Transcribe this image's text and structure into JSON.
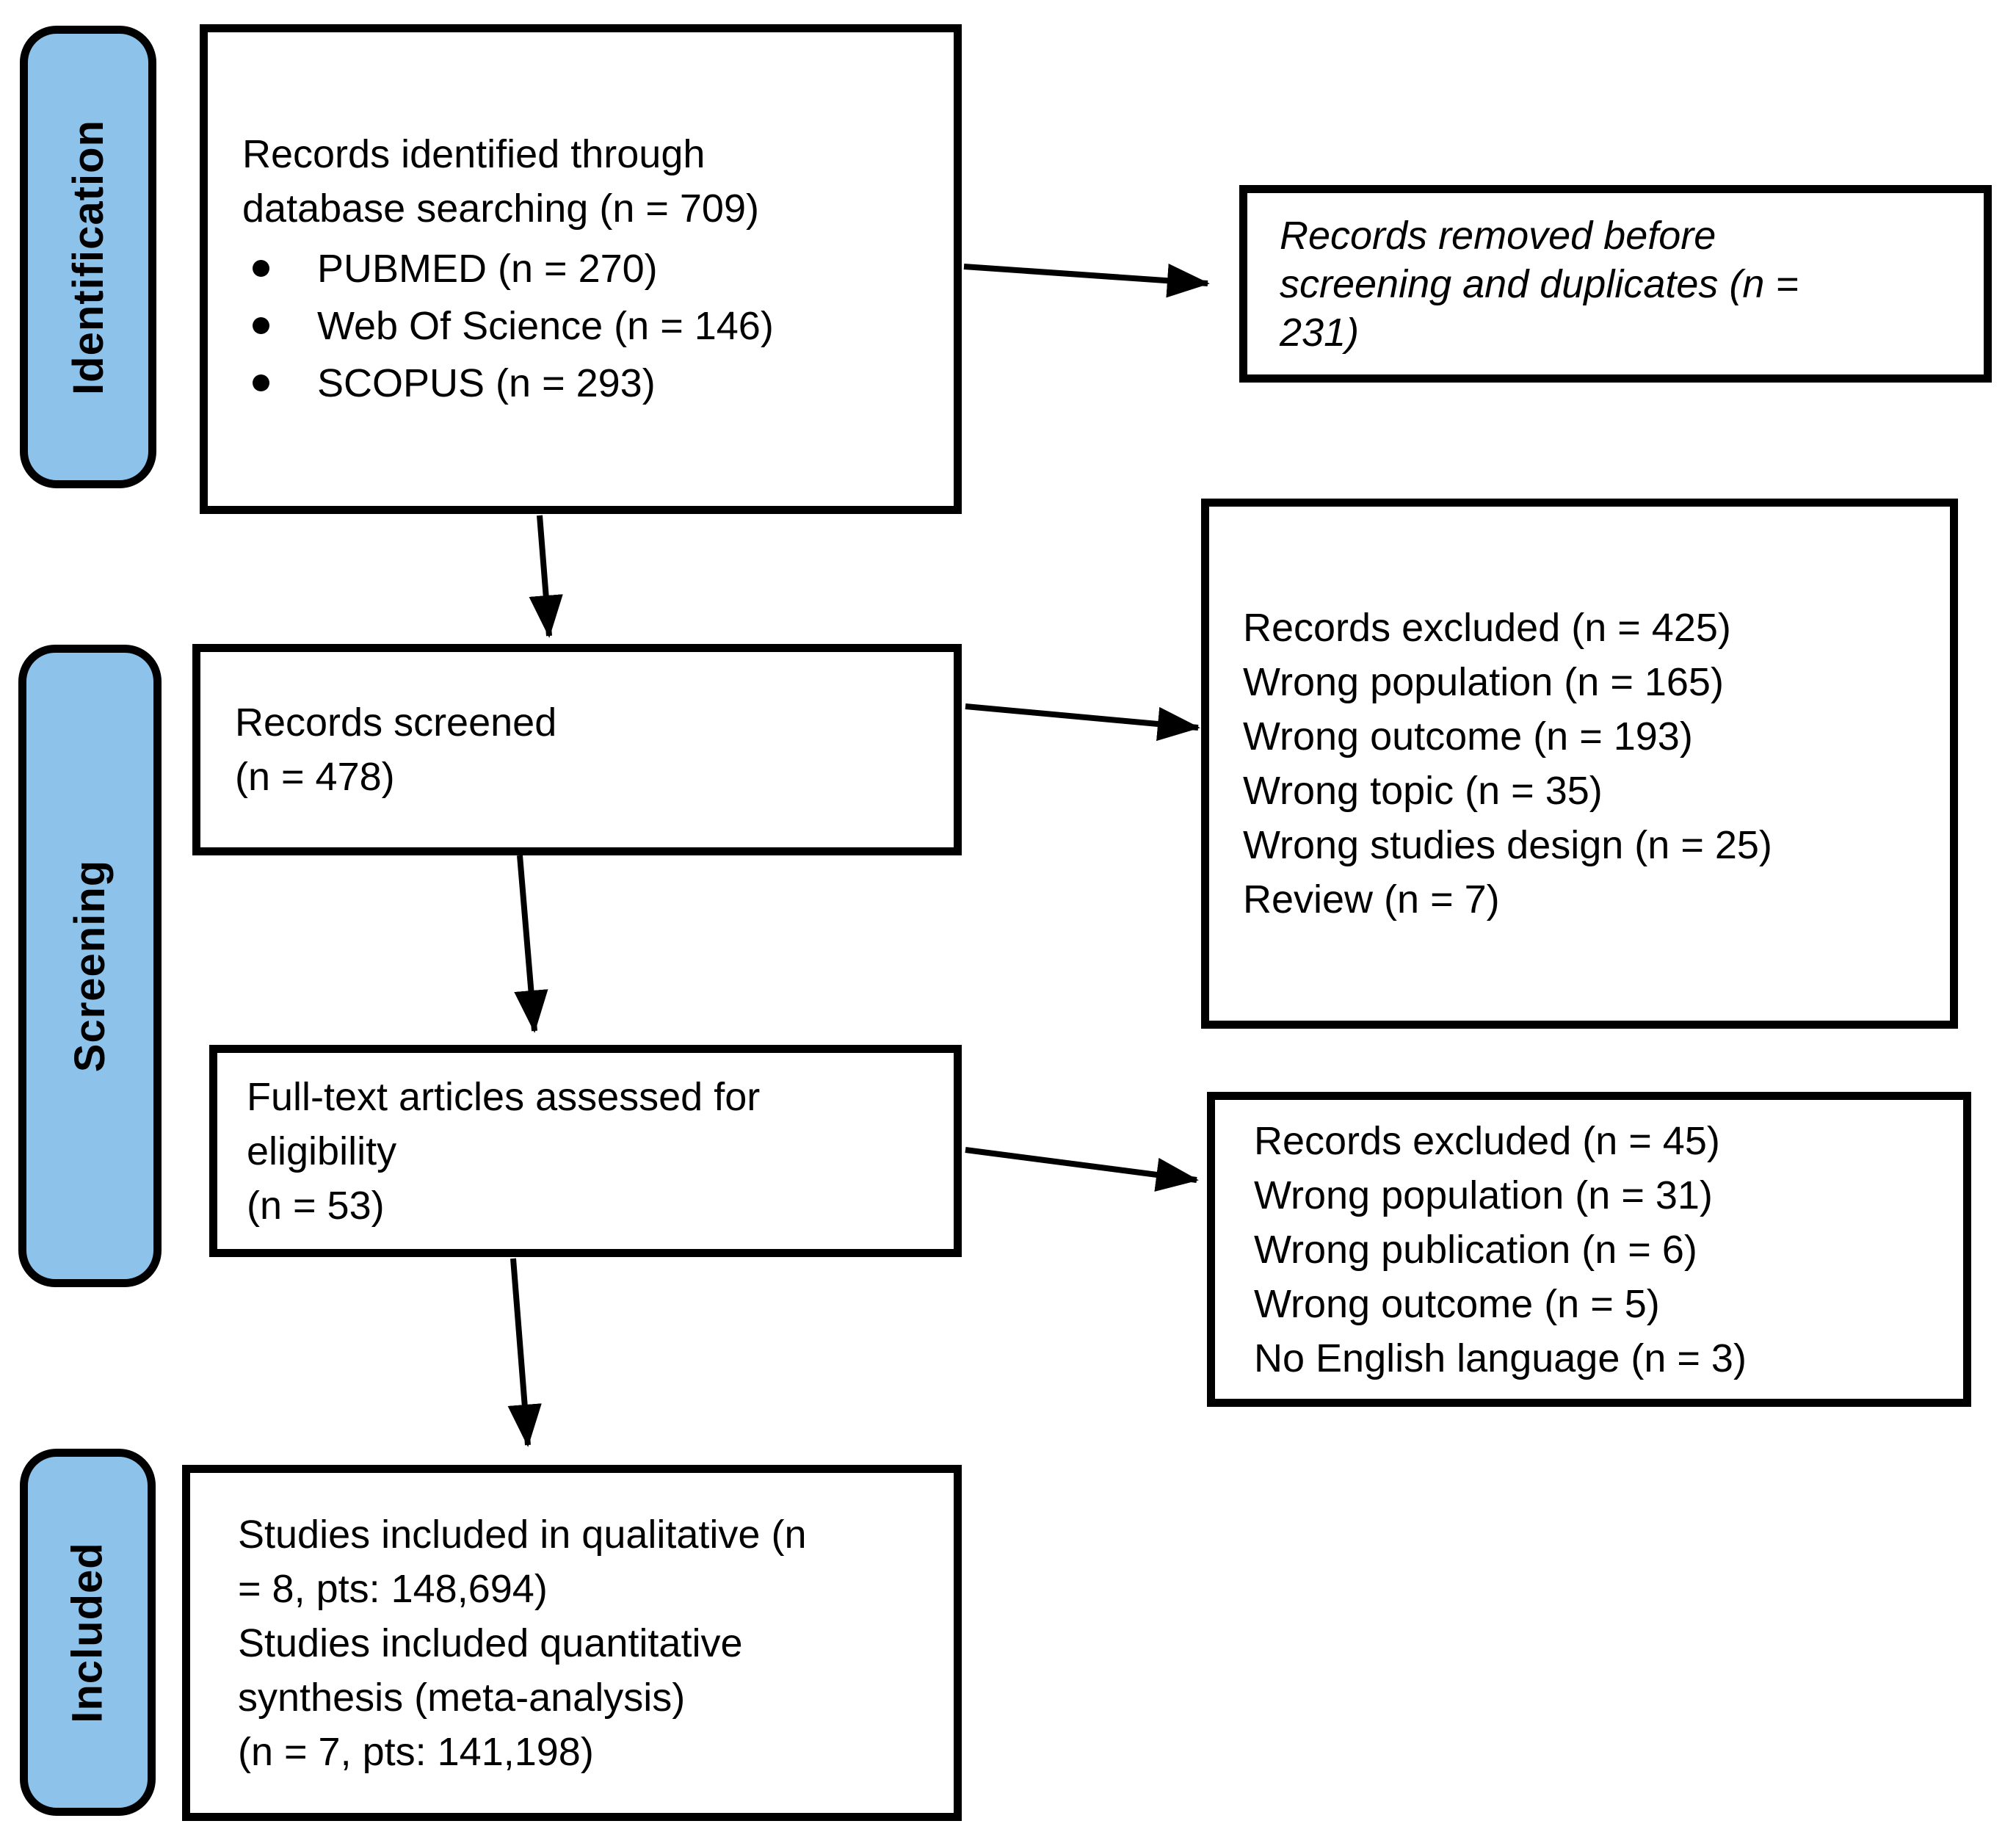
{
  "diagram": {
    "stages": [
      {
        "label": "Identification"
      },
      {
        "label": "Screening"
      },
      {
        "label": "Included"
      }
    ],
    "boxes": {
      "identified": {
        "lines": [
          "Records identified through",
          "database searching (n = 709)"
        ],
        "bullets": [
          "PUBMED (n = 270)",
          "Web Of Science (n = 146)",
          "SCOPUS (n = 293)"
        ]
      },
      "removed": {
        "lines": [
          "Records removed before",
          "screening and duplicates (n =",
          "231)"
        ]
      },
      "screened": {
        "lines": [
          "Records screened",
          "(n = 478)"
        ]
      },
      "screen_excluded": {
        "lines": [
          "Records excluded (n = 425)",
          "Wrong population (n = 165)",
          "Wrong outcome (n = 193)",
          "Wrong topic (n = 35)",
          "Wrong studies design (n = 25)",
          "Review (n = 7)"
        ]
      },
      "fulltext": {
        "lines": [
          "Full-text articles assessed for",
          "eligibility",
          "(n = 53)"
        ]
      },
      "fulltext_excluded": {
        "lines": [
          "Records excluded (n = 45)",
          "Wrong population (n = 31)",
          "Wrong publication (n = 6)",
          "Wrong outcome (n = 5)",
          "No English language (n = 3)"
        ]
      },
      "included": {
        "lines": [
          "Studies included in qualitative (n",
          "= 8, pts: 148,694)",
          "Studies included quantitative",
          "synthesis (meta-analysis)",
          "(n = 7, pts: 141,198)"
        ]
      }
    },
    "colors": {
      "stage_fill": "#8DC2EB",
      "border": "#000000",
      "background": "#FFFFFF"
    }
  }
}
